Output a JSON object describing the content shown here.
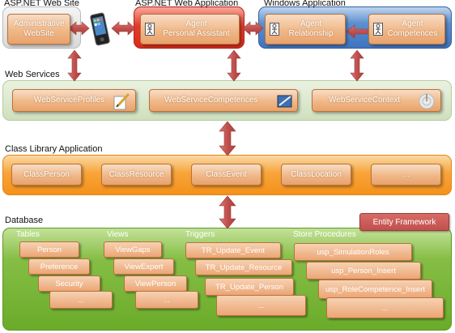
{
  "sections": {
    "asp_website": "ASP.NET Web Site",
    "asp_webapp": "ASP.NET Web Application",
    "windows_app": "Windows Application",
    "web_services": "Web Services",
    "class_library": "Class Library Application",
    "database": "Database"
  },
  "top": {
    "admin_website_line1": "Administrative",
    "admin_website_line2": "WebSite",
    "agent_pa_line1": "Agent",
    "agent_pa_line2": "Personal Assistant",
    "agent_rel_line1": "Agent",
    "agent_rel_line2": "Relationship",
    "agent_comp_line1": "Agent",
    "agent_comp_line2": "Competences"
  },
  "services": [
    "WebServiceProfiles",
    "WebServiceCompetences",
    "WebServiceContext"
  ],
  "classes": [
    "ClassPerson",
    "ClassResource",
    "ClassEvent",
    "ClassLocation",
    "..."
  ],
  "database": {
    "entity_framework": "Entity Framework",
    "tables_label": "Tables",
    "tables": [
      "Person",
      "Preference",
      "Security",
      "..."
    ],
    "views_label": "Views",
    "views": [
      "ViewGaps",
      "ViewExpert",
      "ViewPerson",
      "..."
    ],
    "triggers_label": "Triggers",
    "triggers": [
      "TR_Update_Event",
      "TR_Update_Resource",
      "TR_Update_Person",
      "..."
    ],
    "procedures_label": "Store Procedures",
    "procedures": [
      "usp_SimulationRoles",
      "usp_Person_Insert",
      "usp_RoleCompetence_Insert",
      "..."
    ]
  },
  "colors": {
    "arrow": "#c0504d",
    "web_app_layer": "#e63a2c",
    "windows_layer": "#4f81bd",
    "service_layer": "#cfe0c0",
    "class_layer": "#f7941d",
    "db_layer": "#77b32f",
    "entity_framework": "#c0504d"
  },
  "icons": [
    "mobile-phone-icon",
    "actor-icon",
    "pen-drawing-icon",
    "ruler-pencil-icon",
    "radar-icon"
  ]
}
